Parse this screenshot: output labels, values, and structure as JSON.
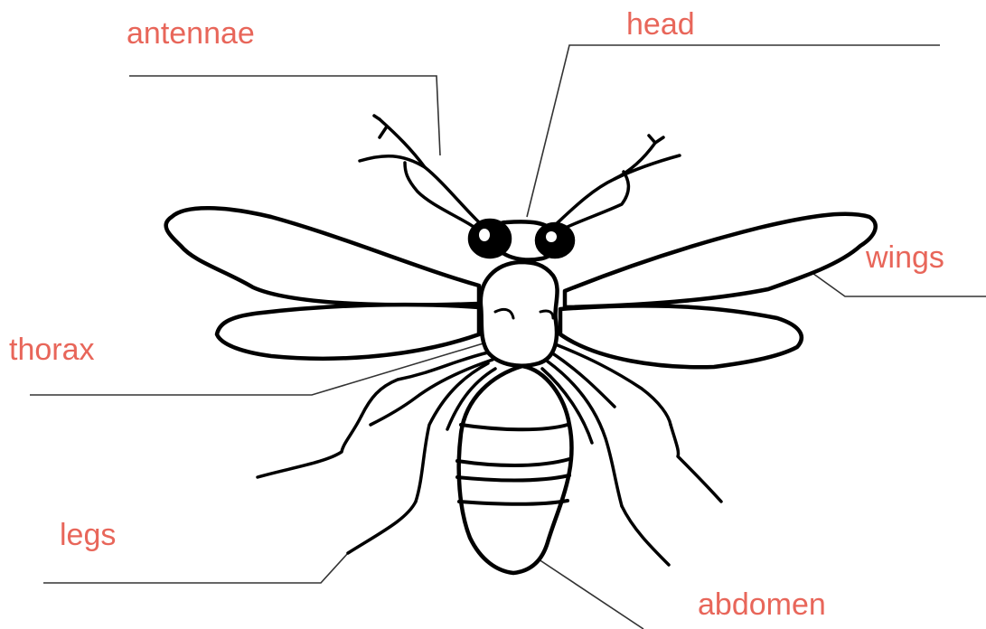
{
  "labels": {
    "antennae": "antennae",
    "head": "head",
    "wings": "wings",
    "thorax": "thorax",
    "legs": "legs",
    "abdomen": "abdomen"
  },
  "colors": {
    "label_text": "#e8665a",
    "drawing": "#000000",
    "leader_line": "#333333",
    "background": "#ffffff"
  }
}
